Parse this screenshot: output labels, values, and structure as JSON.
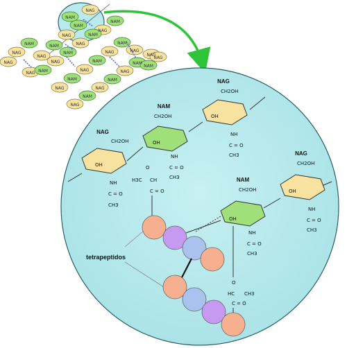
{
  "labels": {
    "nag": "NAG",
    "nam": "NAM",
    "tetrapeptidos": "tetrapeptidos"
  },
  "chem": {
    "ch2oh": "CH2OH",
    "c_top": "C",
    "o": "O",
    "oh": "OH",
    "nh": "NH",
    "c": "C",
    "ch3": "CH3",
    "ch": "CH",
    "h3c": "H3C",
    "hc": "HC",
    "eq_o": "= O"
  },
  "colors": {
    "nag_fill": "#f7e2a0",
    "nag_stroke": "#8a7a3a",
    "nam_fill": "#9fe07a",
    "nam_stroke": "#3f7f2a",
    "lens_fill": "#b9ebee",
    "lens_stroke": "#2a5e66",
    "arrow": "#2ec43a",
    "bead_orange": "#f7b08f",
    "bead_purple": "#c59af0",
    "bead_blue": "#a9c2ee",
    "crosslink": "#4c6ad8"
  }
}
